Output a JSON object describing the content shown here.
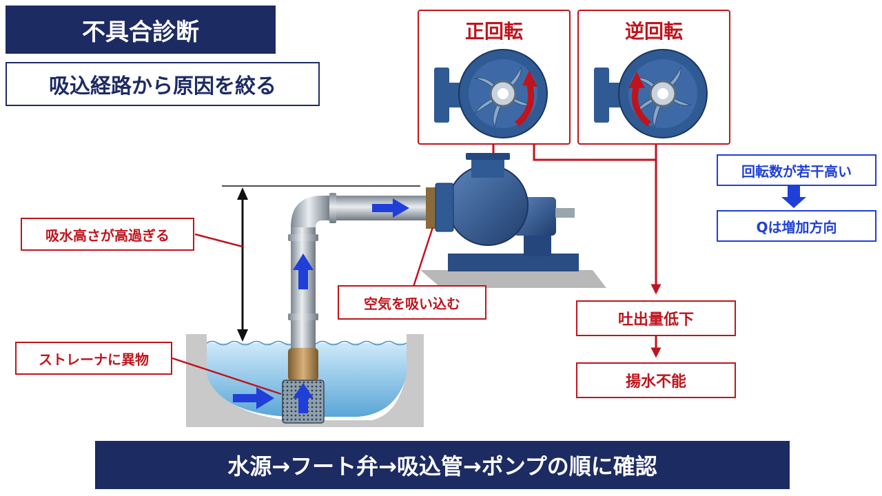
{
  "header": {
    "title": "不具合診断",
    "subtitle": "吸込経路から原因を絞る"
  },
  "rotation": {
    "forward_label": "正回転",
    "reverse_label": "逆回転"
  },
  "speed_flow": {
    "speed_label": "回転数が若干高い",
    "flow_label": "Qは増加方向"
  },
  "discharge": {
    "drop_label": "吐出量低下",
    "fail_label": "揚水不能"
  },
  "causes": {
    "suction_head": "吸水高さが高過ぎる",
    "air_intake": "空気を吸い込む",
    "strainer": "ストレーナに異物"
  },
  "footer": {
    "check_order": "水源→フート弁→吸込管→ポンプの順に確認"
  },
  "colors": {
    "navy": "#1d2b63",
    "red": "#c0141c",
    "blue": "#1f3fd8",
    "pump_blue": "#2f5a93",
    "water": "#9fd0ee"
  }
}
